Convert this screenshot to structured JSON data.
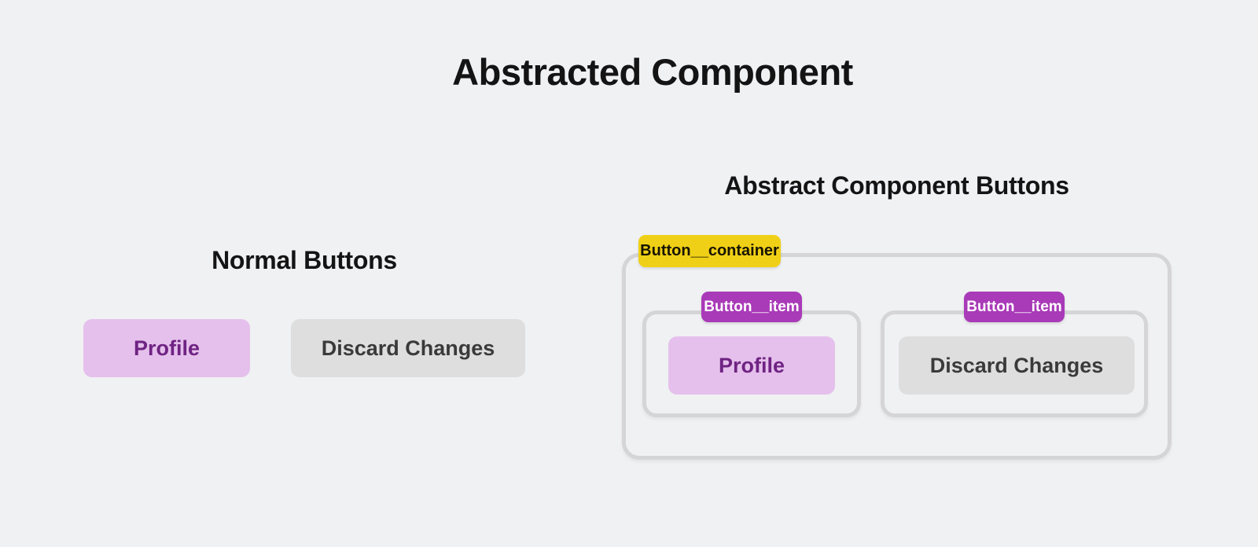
{
  "page": {
    "title": "Abstracted Component"
  },
  "colors": {
    "page_background": "#f0f1f3",
    "heading_text": "#141414",
    "primary_button_bg": "#e5c0ec",
    "primary_button_text": "#6f2383",
    "secondary_button_bg": "#dedede",
    "secondary_button_text": "#3a3a3a",
    "container_tag_bg": "#f0d016",
    "container_tag_text": "#181400",
    "item_tag_bg": "#a93ab8",
    "item_tag_text": "#ffffff",
    "frame_border": "#d5d5d8"
  },
  "normal_section": {
    "heading": "Normal Buttons",
    "buttons": [
      {
        "label": "Profile",
        "variant": "primary"
      },
      {
        "label": "Discard Changes",
        "variant": "secondary"
      }
    ]
  },
  "abstract_section": {
    "heading": "Abstract Component Buttons",
    "container_tag": "Button__container",
    "items": [
      {
        "tag": "Button__item",
        "button": {
          "label": "Profile",
          "variant": "primary"
        }
      },
      {
        "tag": "Button__item",
        "button": {
          "label": "Discard Changes",
          "variant": "secondary"
        }
      }
    ]
  }
}
